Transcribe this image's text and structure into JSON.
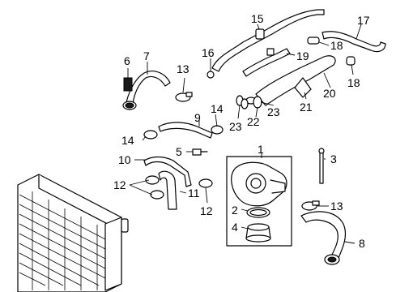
{
  "callouts": {
    "c1": "1",
    "c2": "2",
    "c3": "3",
    "c4": "4",
    "c5": "5",
    "c6": "6",
    "c7": "7",
    "c8": "8",
    "c9": "9",
    "c10": "10",
    "c11": "11",
    "c12a": "12",
    "c12b": "12",
    "c13a": "13",
    "c13b": "13",
    "c14a": "14",
    "c14b": "14",
    "c15": "15",
    "c16": "16",
    "c17": "17",
    "c18a": "18",
    "c18b": "18",
    "c19": "19",
    "c20": "20",
    "c21": "21",
    "c22": "22",
    "c23a": "23",
    "c23b": "23"
  }
}
